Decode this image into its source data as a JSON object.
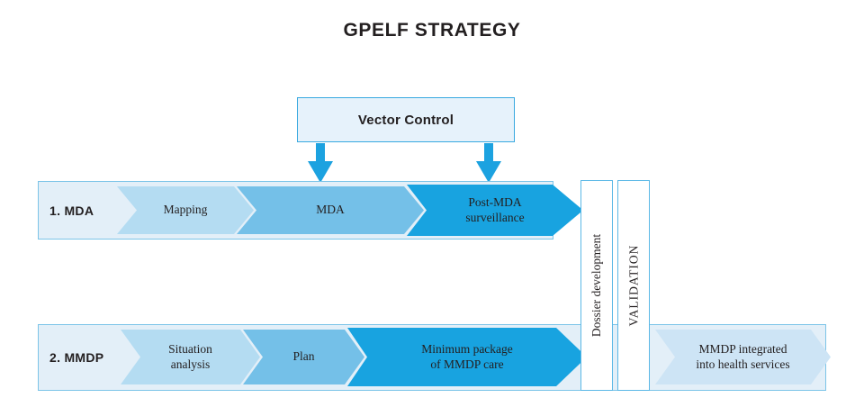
{
  "diagram": {
    "title": "GPELF STRATEGY",
    "vector_control": {
      "label": "Vector Control",
      "arrow_left": "down-arrow-icon",
      "arrow_right": "down-arrow-icon"
    },
    "rows": [
      {
        "id": "mda",
        "label": "1. MDA",
        "steps": [
          {
            "label": "Mapping",
            "color": "#b4dcf2"
          },
          {
            "label": "MDA",
            "color": "#74c0e8"
          },
          {
            "label": "Post-MDA\nsurveillance",
            "line1": "Post-MDA",
            "line2": "surveillance",
            "color": "#18a3e0"
          }
        ]
      },
      {
        "id": "mmdp",
        "label": "2. MMDP",
        "steps": [
          {
            "label": "Situation analysis",
            "line1": "Situation",
            "line2": "analysis",
            "color": "#b4dcf2"
          },
          {
            "label": "Plan",
            "color": "#74c0e8"
          },
          {
            "label": "Minimum package of MMDP care",
            "line1": "Minimum package",
            "line2": "of MMDP care",
            "color": "#18a3e0"
          },
          {
            "label": "MMDP integrated into health services",
            "line1": "MMDP integrated",
            "line2": "into health services",
            "color": "#cde4f5"
          }
        ]
      }
    ],
    "vertical_boxes": [
      {
        "id": "dossier",
        "label": "Dossier development"
      },
      {
        "id": "validation",
        "label": "VALIDATION"
      }
    ],
    "colors": {
      "background": "#ffffff",
      "row_fill": "#e3eff8",
      "row_border": "#7cc4e8",
      "accent_blue": "#18a3e0",
      "arrow_blue": "#1ca2e0",
      "vector_box_fill": "#e6f2fb",
      "vector_box_border": "#39a9e0",
      "text": "#231f20"
    }
  }
}
